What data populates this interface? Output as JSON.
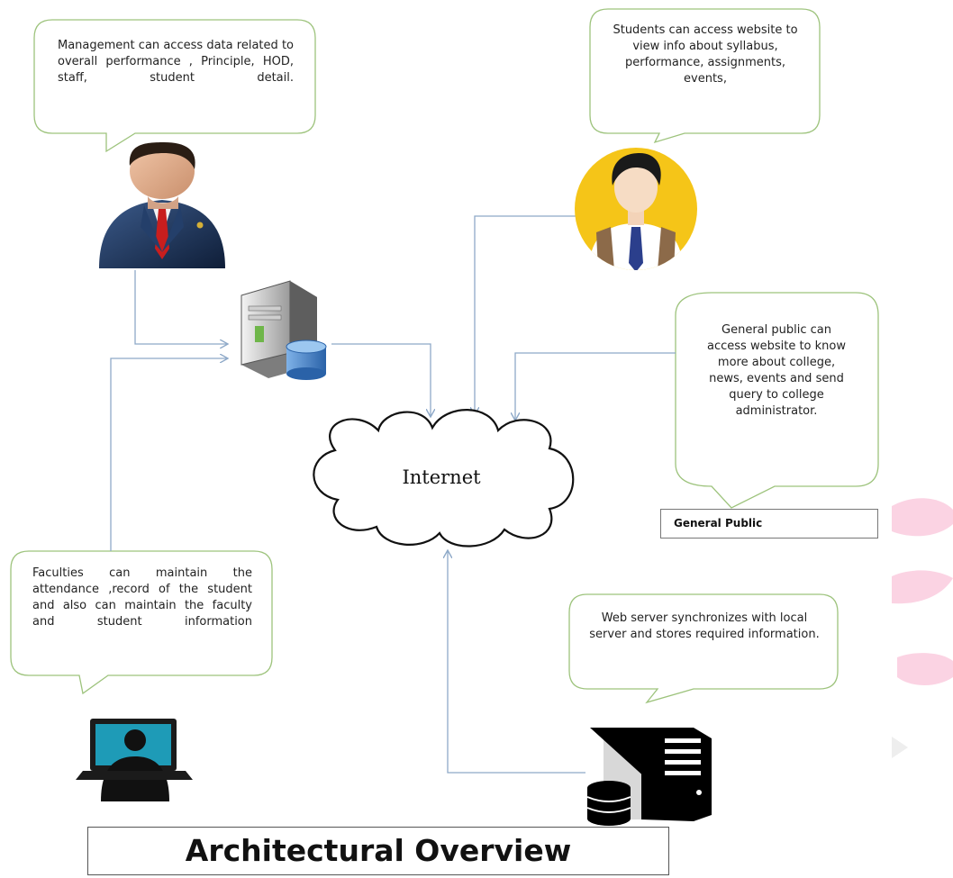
{
  "bubbles": {
    "management": "Management can access data related to overall performance , Principle, HOD, staff, student detail.",
    "students": "Students can access website to view info about syllabus, performance, assignments, events,",
    "public": "General public can access website to know more about college, news, events and send query to college administrator.",
    "faculties": "Faculties can maintain the attendance ,record of the student and also can maintain the faculty and student information",
    "webserver": "Web server synchronizes with local server and stores required information."
  },
  "internet_label": "Internet",
  "general_public_label": "General Public",
  "title": "Architectural Overview",
  "colors": {
    "bubble_border": "#9dc37c",
    "arrow": "#8ea9c8",
    "student_circle": "#f5c518",
    "pink_shape": "#fbd3e3",
    "management_suit": "#1f3456",
    "management_tie": "#c81e1e"
  },
  "icons": [
    "management-person-icon",
    "local-server-icon",
    "student-avatar-icon",
    "faculty-laptop-icon",
    "web-server-icon",
    "internet-cloud-icon"
  ]
}
